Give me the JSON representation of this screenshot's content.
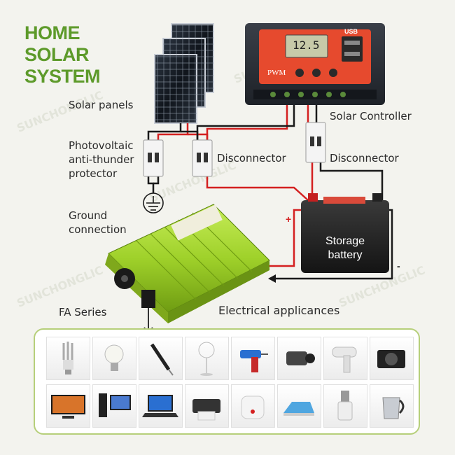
{
  "title": {
    "line1": "HOME",
    "line2": "SOLAR",
    "line3": "SYSTEM"
  },
  "labels": {
    "solar_panels": "Solar panels",
    "solar_controller": "Solar Controller",
    "pv_protector_line1": "Photovoltaic",
    "pv_protector_line2": "anti-thunder",
    "pv_protector_line3": "protector",
    "disconnector_left": "Disconnector",
    "disconnector_right": "Disconnector",
    "ground_line1": "Ground",
    "ground_line2": "connection",
    "battery_line1": "Storage",
    "battery_line2": "battery",
    "positive": "+",
    "negative": "-",
    "inverter_series": "FA Series",
    "appliances": "Electrical applicances"
  },
  "controller": {
    "display": "12.5",
    "mode": "PWM",
    "usb": "USB"
  },
  "watermark": "SUNCHONGLIC",
  "appliances": [
    "cfl-bulb",
    "light-bulb",
    "soldering-iron",
    "electric-fan",
    "power-drill",
    "camcorder",
    "hair-dryer",
    "camera",
    "television",
    "desktop-computer",
    "laptop",
    "printer",
    "rice-cooker",
    "clothes-iron",
    "juicer",
    "electric-kettle"
  ],
  "colors": {
    "title": "#5d9a2a",
    "wire_positive": "#d42020",
    "wire_negative": "#1a1a1a",
    "inverter": "#9fd12a",
    "controller_face": "#e64a2e",
    "battery": "#1b1b1b"
  }
}
